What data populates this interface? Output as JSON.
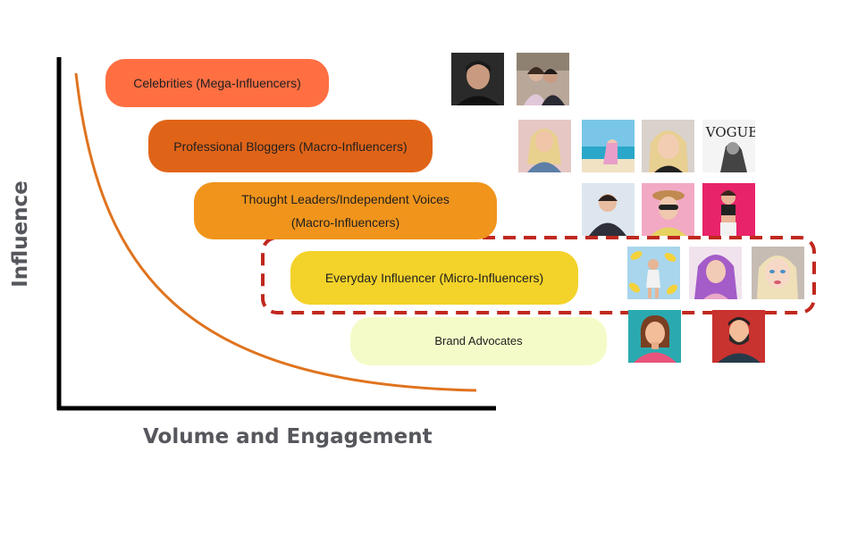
{
  "axes": {
    "x_label": "Volume and Engagement",
    "y_label": "Influence"
  },
  "colors": {
    "axis": "#000000",
    "curve": "#e0731e",
    "highlight_border": "#c0281e",
    "axis_label": "#56575c"
  },
  "tiers": [
    {
      "lines": [
        "Celebrities (Mega-Influencers)"
      ],
      "color": "#ff6f42"
    },
    {
      "lines": [
        "Professional Bloggers (Macro-Influencers)"
      ],
      "color": "#e06418"
    },
    {
      "lines": [
        "Thought Leaders/Independent Voices",
        "(Macro-Influencers)"
      ],
      "color": "#f0941c"
    },
    {
      "lines": [
        "Everyday Influencer (Micro-Influencers)"
      ],
      "color": "#f3d22a",
      "highlighted": true
    },
    {
      "lines": [
        "Brand Advocates"
      ],
      "color": "#f5fbc8"
    }
  ],
  "photos": {
    "celebrities": [
      "man-portrait",
      "couple-photo"
    ],
    "professional_bloggers": [
      "blonde-woman-portrait",
      "beach-photo",
      "blonde-selfie",
      "vogue-cover"
    ],
    "thought_leaders": [
      "woman-in-snow",
      "woman-sunglasses",
      "fitness-woman"
    ],
    "everyday_influencers": [
      "yellow-pattern-photo",
      "purple-hair-woman",
      "makeup-portrait"
    ],
    "brand_advocates": [
      "female-avatar-icon",
      "bearded-male-avatar-icon"
    ]
  },
  "vogue_text": "VOGUE"
}
